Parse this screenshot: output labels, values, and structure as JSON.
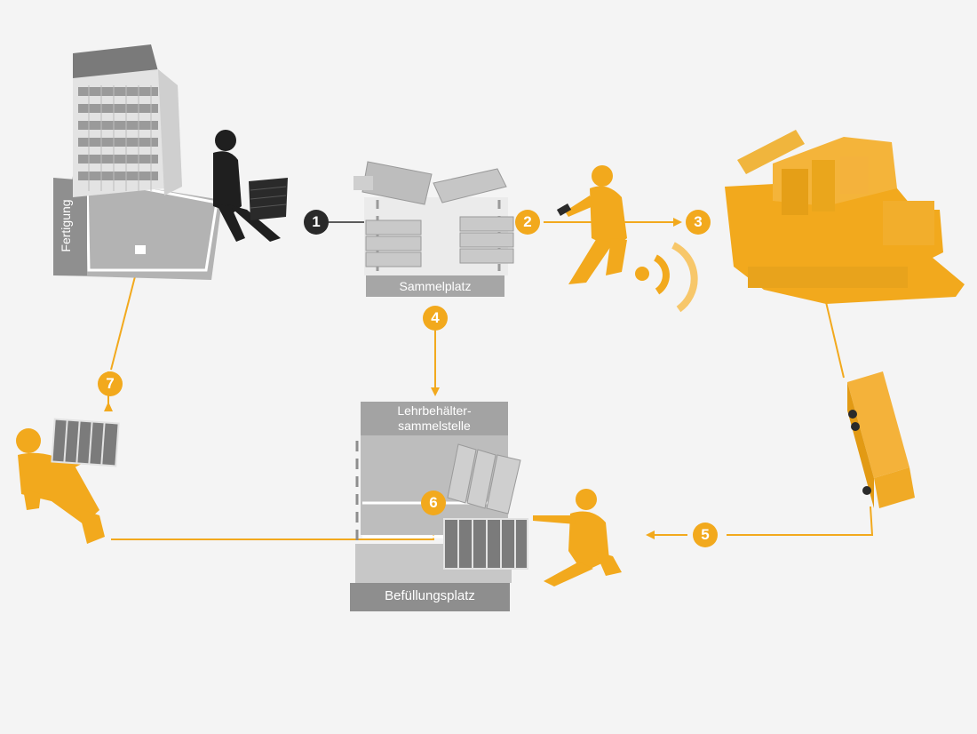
{
  "colors": {
    "accent": "#f2a91d",
    "dark": "#2a2a2a",
    "zone": "#b9b9b9",
    "zone_dark": "#8e8e8e",
    "background": "#f4f4f4"
  },
  "zones": {
    "fertigung": "Fertigung",
    "sammelplatz": "Sammelplatz",
    "lehrbehaelter_line1": "Lehrbehälter-",
    "lehrbehaelter_line2": "sammelstelle",
    "befuellungsplatz": "Befüllungsplatz"
  },
  "steps": [
    "1",
    "2",
    "3",
    "4",
    "5",
    "6",
    "7"
  ],
  "icons": {
    "rfid": "wireless-signal-icon",
    "rack": "shelf-rack-icon",
    "truck": "truck-icon",
    "warehouse": "warehouse-icon"
  }
}
